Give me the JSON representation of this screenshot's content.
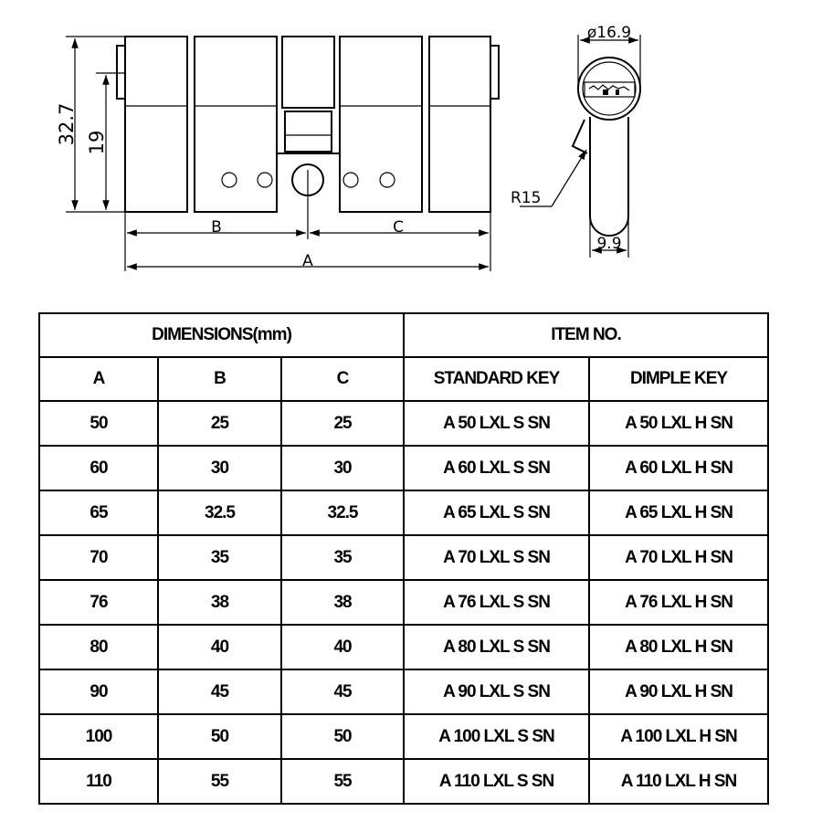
{
  "drawing": {
    "labels": {
      "height_total": "32.7",
      "height_axis": "19",
      "dim_a": "A",
      "dim_b": "B",
      "dim_c": "C",
      "diameter": "ø16.9",
      "radius": "R15",
      "width_bottom": "9.9"
    }
  },
  "table": {
    "group_headers": {
      "dimensions": "DIMENSIONS(mm)",
      "item_no": "ITEM NO."
    },
    "columns": [
      "A",
      "B",
      "C",
      "STANDARD KEY",
      "DIMPLE KEY"
    ],
    "rows": [
      [
        "50",
        "25",
        "25",
        "A 50 LXL S  SN",
        "A 50 LXL H  SN"
      ],
      [
        "60",
        "30",
        "30",
        "A 60 LXL S SN",
        "A 60 LXL H  SN"
      ],
      [
        "65",
        "32.5",
        "32.5",
        "A 65 LXL S SN",
        "A 65 LXL H SN"
      ],
      [
        "70",
        "35",
        "35",
        "A 70 LXL S SN",
        "A 70 LXL H SN"
      ],
      [
        "76",
        "38",
        "38",
        "A 76 LXL S SN",
        "A 76 LXL H SN"
      ],
      [
        "80",
        "40",
        "40",
        "A 80 LXL S SN",
        "A 80 LXL H SN"
      ],
      [
        "90",
        "45",
        "45",
        "A 90 LXL S  SN",
        "A 90 LXL H SN"
      ],
      [
        "100",
        "50",
        "50",
        "A 100 LXL S SN",
        "A 100 LXL H SN"
      ],
      [
        "110",
        "55",
        "55",
        "A 110 LXL S  SN",
        "A 110 LXL H SN"
      ]
    ]
  }
}
